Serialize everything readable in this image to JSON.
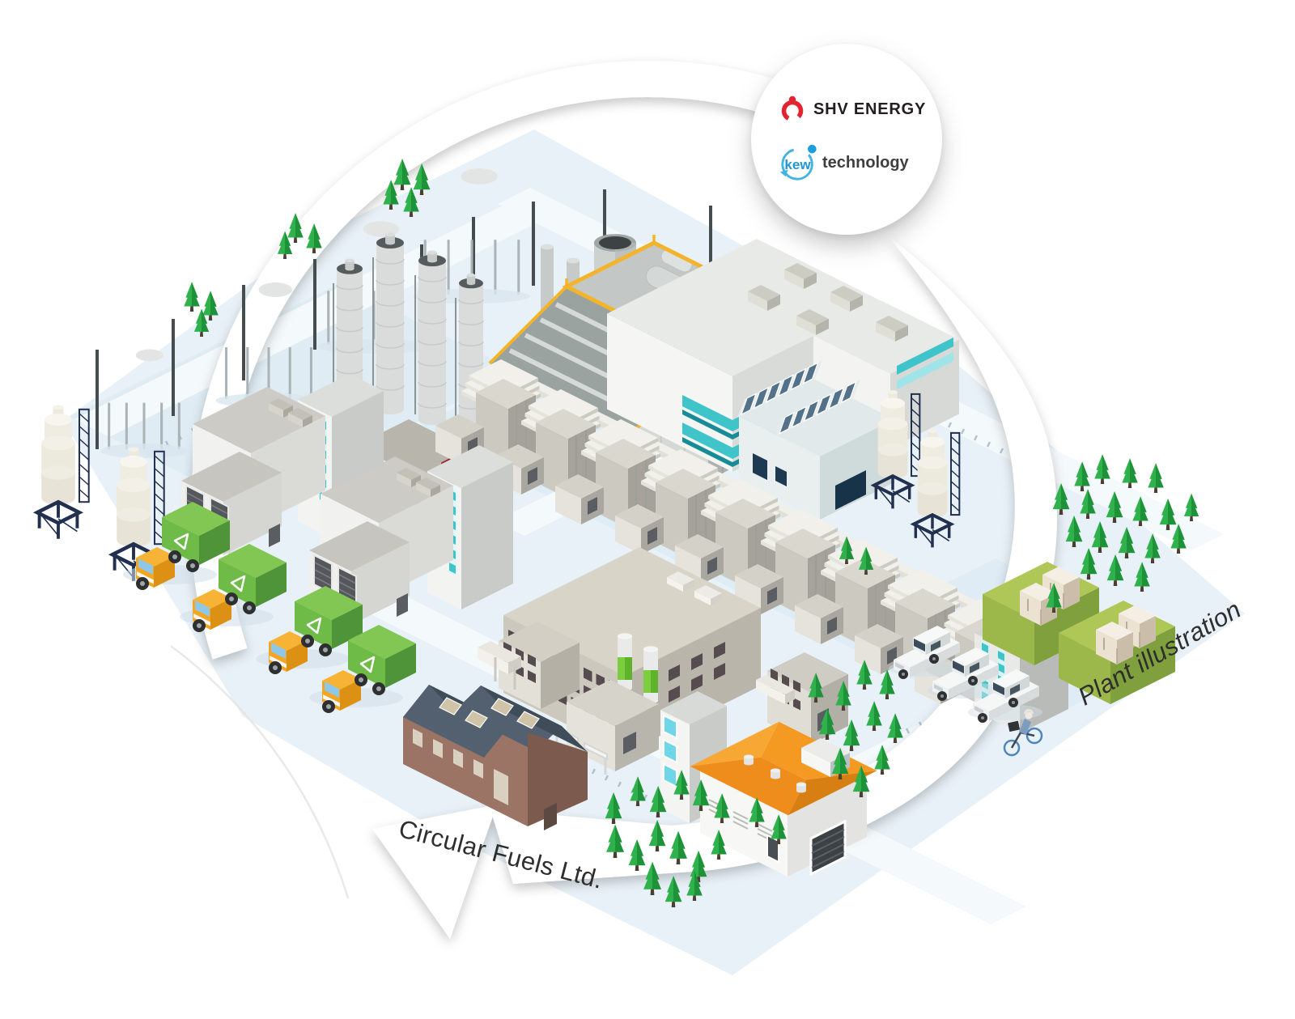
{
  "page": {
    "title": "Circular Fuels Ltd. plant illustration"
  },
  "labels": {
    "company": "Circular Fuels Ltd.",
    "caption": "Plant illustration"
  },
  "logos": {
    "shv": {
      "text": "SHV ENERGY",
      "icon_color": "#e32430",
      "text_color": "#221e1f"
    },
    "kew": {
      "word": "kew",
      "rest": "technology",
      "word_color": "#2196d3",
      "rest_color": "#3f3f3f",
      "ring_color": "#41b4e5",
      "dot_color": "#1d9fdd"
    }
  },
  "palette": {
    "ground": "#e8f1f7",
    "ground_dark": "#dcebf4",
    "road": "#f4f9fc",
    "tick": "#9db3c2",
    "white": "#f5f6f4",
    "wall_light": "#f1f1ef",
    "wall_mid": "#dddfdd",
    "wall_dark": "#b3b8b6",
    "roof": "#c9c9c3",
    "concrete": "#cfccc2",
    "concrete_dark": "#b8b4a9",
    "teal": "#3fc4ca",
    "teal_dark": "#178b96",
    "cyan_win": "#6fd6e8",
    "yellow": "#f3b42c",
    "orange": "#f49a23",
    "orange_dark": "#d87f13",
    "solar": "#54718a",
    "navy": "#22304f",
    "window": "#564b4e",
    "dark": "#3c4246",
    "tree": "#2fb14c",
    "tree_dark": "#1e9238",
    "trunk": "#4a3f30",
    "truck_cab": "#f4a623",
    "truck_green": "#6fbb48",
    "truck_green_dark": "#4f9438",
    "truck_green_top": "#82c653",
    "grass": "#aec757",
    "grass_dark": "#7fa03c",
    "cabinet": "#f0e9dd",
    "brick": "#9b7466",
    "brick_dark": "#7d5a4e",
    "slate": "#526070",
    "slate_dark": "#3f4c59",
    "metal": "#ced3d2",
    "metal_dark": "#aab0b0",
    "steel_top": "#3d4243",
    "shadow": "#cfdde8",
    "text": "#2e2e2e",
    "arrow_white": "#ffffff"
  },
  "inventory": [
    {
      "name": "recycling-arrow-ring",
      "label": "Circular arrow sweeping around the plant",
      "count": 1
    },
    {
      "name": "logo-badge",
      "label": "White circle badge with partner logos",
      "count": 1
    },
    {
      "name": "storage-spheres",
      "label": "Spherical gas storage tanks",
      "count": 4
    },
    {
      "name": "mast-poles",
      "label": "Tall mast poles",
      "count": 9
    },
    {
      "name": "process-silos",
      "label": "Silos with dark support frames",
      "count": 4
    },
    {
      "name": "distillation-columns",
      "label": "Distillation columns",
      "count": 4
    },
    {
      "name": "chimney-stack",
      "label": "Large chimney stack",
      "count": 1
    },
    {
      "name": "gasification-unit",
      "label": "Gasification unit with yellow service frame",
      "count": 1
    },
    {
      "name": "main-process-building",
      "label": "Large white building with teal window stripes",
      "count": 1
    },
    {
      "name": "solar-roof-building",
      "label": "Building with rooftop solar panels",
      "count": 1
    },
    {
      "name": "module-train",
      "label": "Diagonal row of modular process units",
      "count": 9
    },
    {
      "name": "feedstock-warehouses",
      "label": "Warehouses with loading docks",
      "count": 2
    },
    {
      "name": "brick-factory",
      "label": "Brick building with dark gabled roofs",
      "count": 1
    },
    {
      "name": "production-hall",
      "label": "Long production hall",
      "count": 1
    },
    {
      "name": "green-stack-plant",
      "label": "Utility plant with green stacks",
      "count": 1
    },
    {
      "name": "orange-roof-warehouse",
      "label": "White warehouse with orange roof",
      "count": 1
    },
    {
      "name": "green-platforms",
      "label": "Green platforms with cabinets",
      "count": 2
    },
    {
      "name": "delivery-trucks",
      "label": "Recycling delivery trucks",
      "count": 4
    },
    {
      "name": "cars",
      "label": "Parked white cars",
      "count": 3
    },
    {
      "name": "cyclist",
      "label": "Cyclist on bicycle",
      "count": 1
    },
    {
      "name": "trees",
      "label": "Evergreen trees",
      "count": 59
    }
  ]
}
